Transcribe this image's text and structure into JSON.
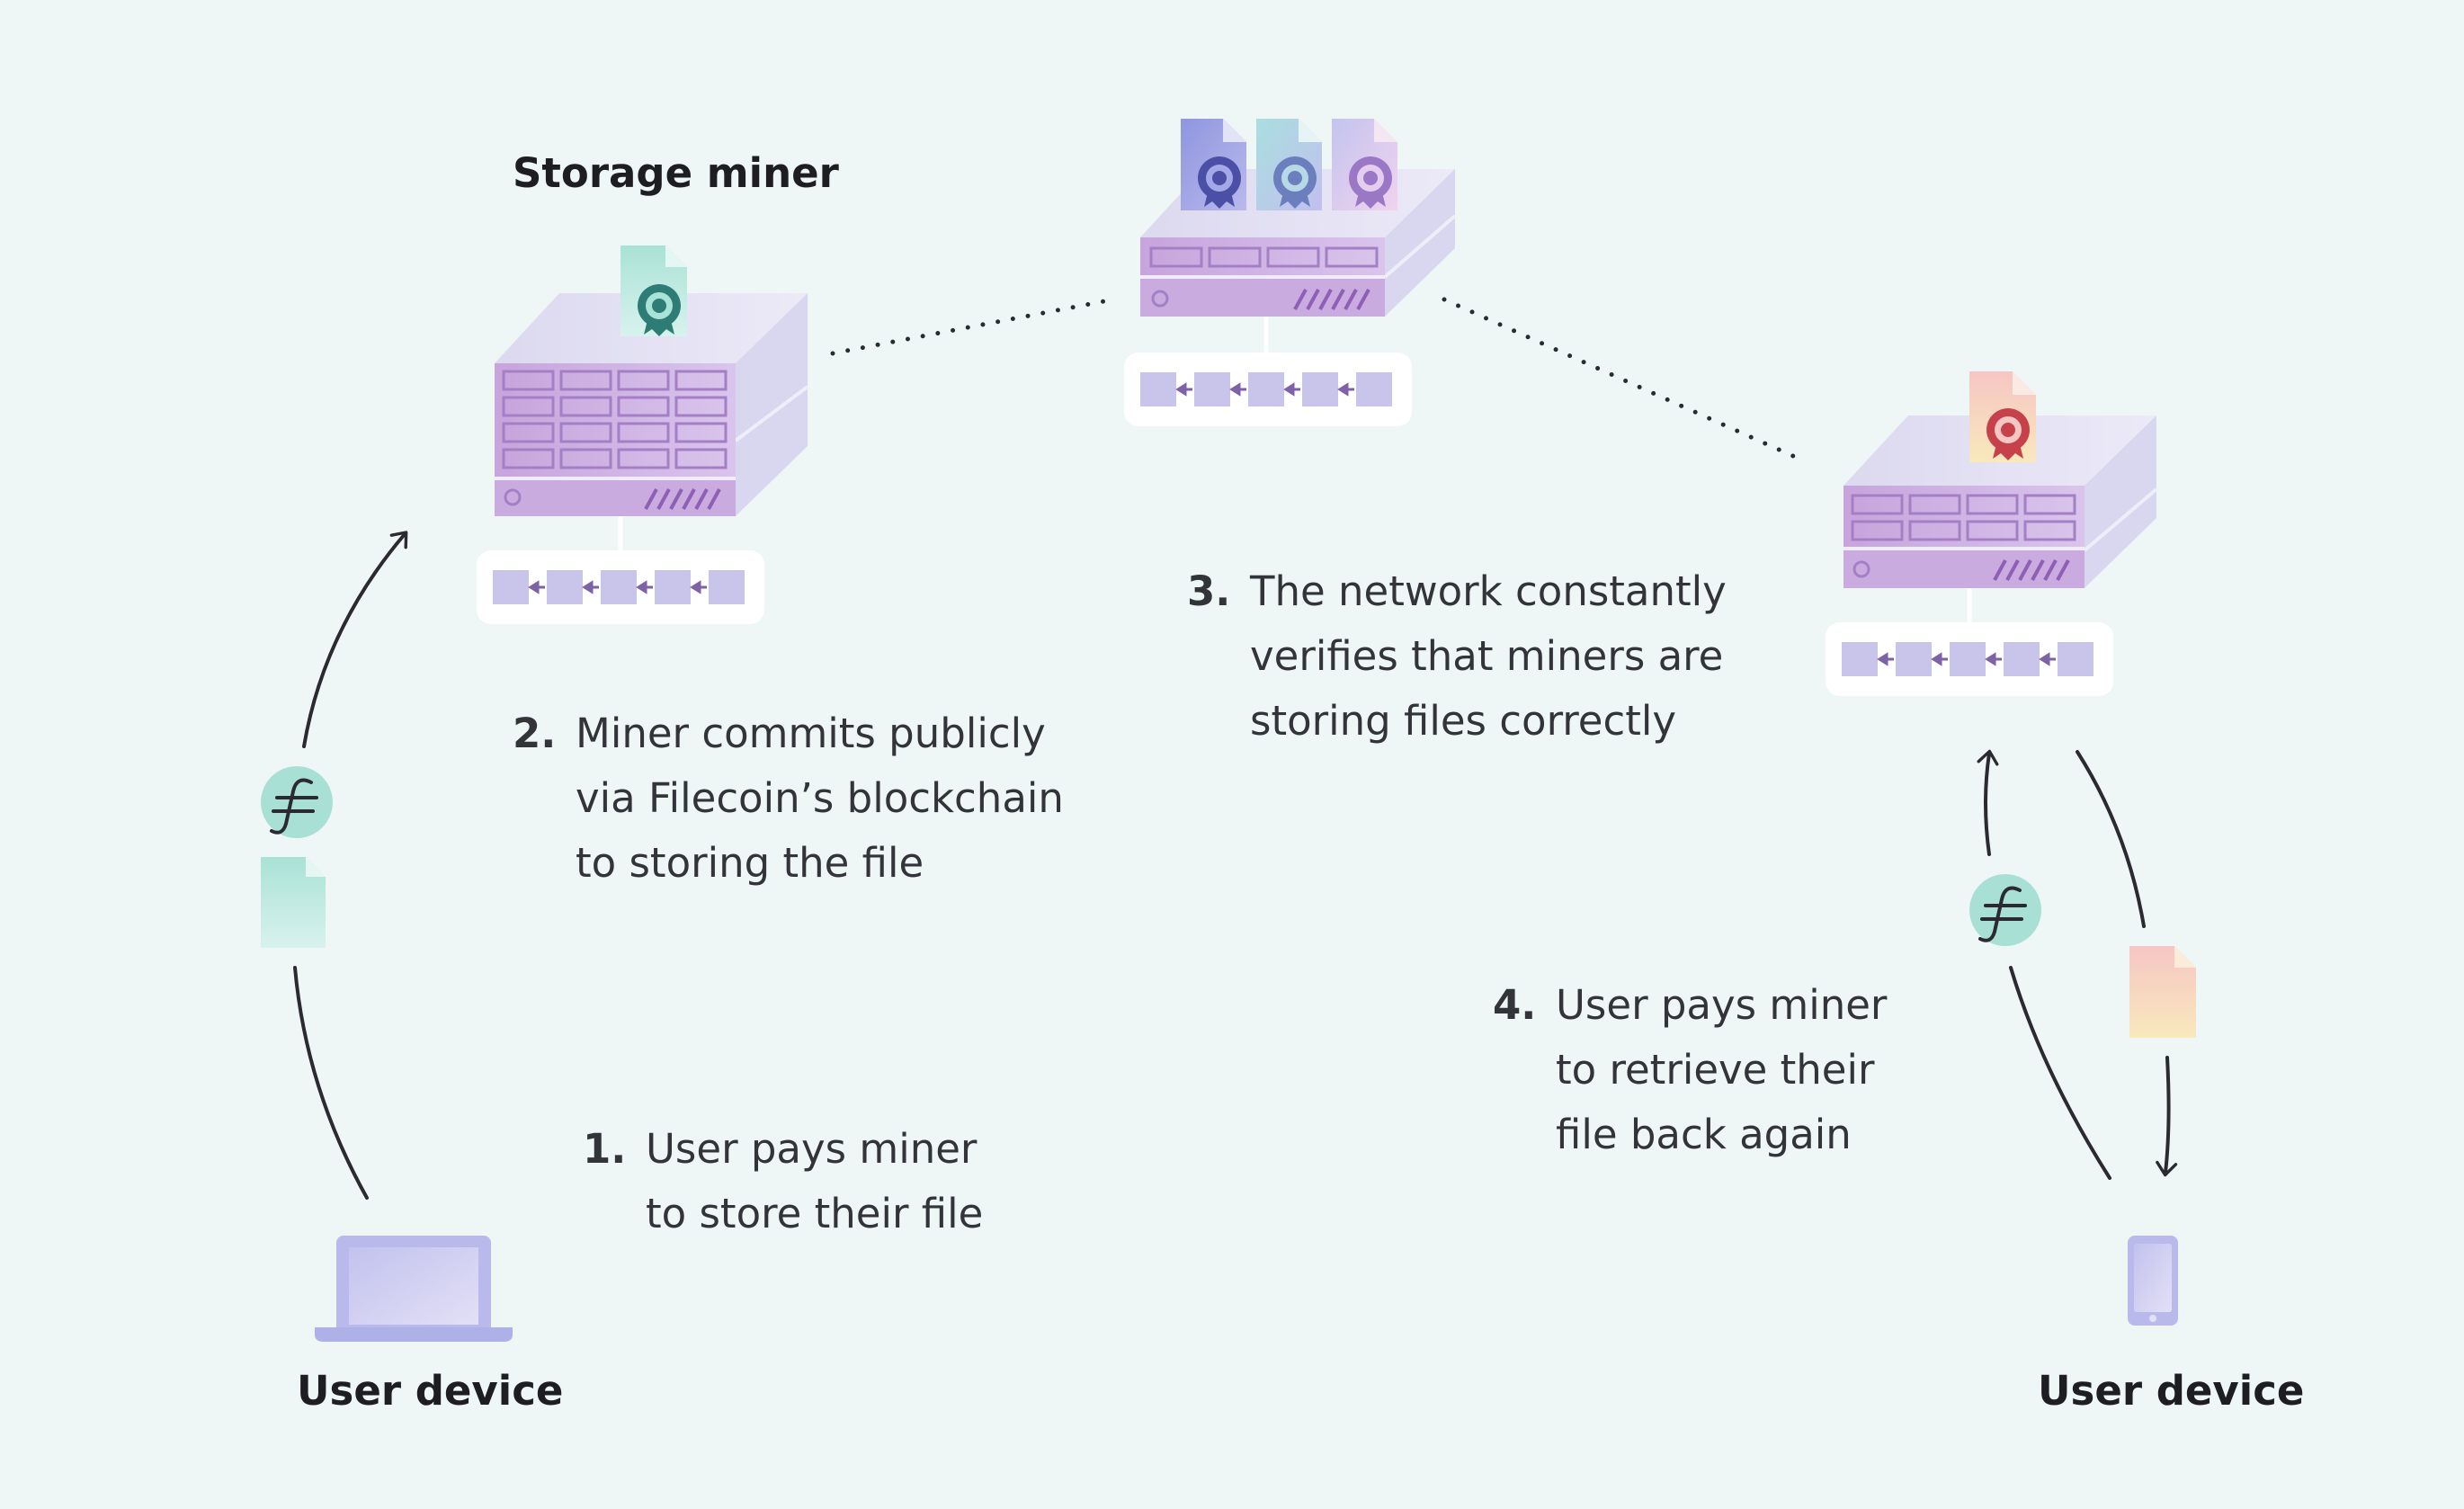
{
  "labels": {
    "storage_miner": "Storage miner",
    "user_device_left": "User device",
    "user_device_right": "User device"
  },
  "steps": [
    {
      "number": "1.",
      "lines": [
        "User pays miner",
        "to store their file"
      ]
    },
    {
      "number": "2.",
      "lines": [
        "Miner commits publicly",
        "via Filecoin’s blockchain",
        "to storing the file"
      ]
    },
    {
      "number": "3.",
      "lines": [
        "The network constantly",
        "verifies that miners are",
        "storing files correctly"
      ]
    },
    {
      "number": "4.",
      "lines": [
        "User pays miner",
        "to retrieve their",
        "file back again"
      ]
    }
  ],
  "icons": {
    "filecoin_symbol": "⨎",
    "file_seal_symbol": "⊚"
  },
  "colors": {
    "background": "#eef7f6",
    "server_purple": "#c7a8dc",
    "server_top": "#e4e2f2",
    "server_side": "#d8d6ee",
    "block_fill": "#c9c5ea",
    "coin_teal": "#a6dfd6",
    "file_teal": "#b8e8dc",
    "file_blue": "#9fa6e4",
    "file_pink": "#ead0ee",
    "file_peach": "#f3c8b8",
    "text": "#1d1d22"
  }
}
